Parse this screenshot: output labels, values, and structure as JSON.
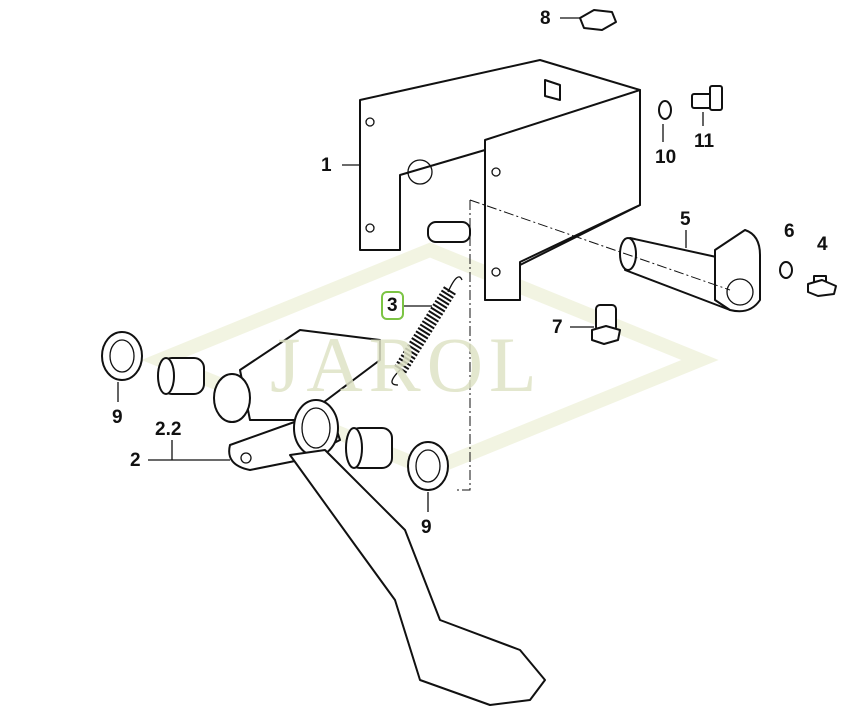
{
  "diagram": {
    "title": "Clutch pedal assembly exploded view",
    "watermark": "JAROL",
    "highlight_color": "#7cc444",
    "callouts": [
      {
        "id": "8",
        "label": "8"
      },
      {
        "id": "10",
        "label": "10"
      },
      {
        "id": "11",
        "label": "11"
      },
      {
        "id": "1",
        "label": "1"
      },
      {
        "id": "5",
        "label": "5"
      },
      {
        "id": "6",
        "label": "6"
      },
      {
        "id": "4",
        "label": "4"
      },
      {
        "id": "3",
        "label": "3",
        "selected": true
      },
      {
        "id": "7",
        "label": "7"
      },
      {
        "id": "9a",
        "label": "9"
      },
      {
        "id": "2.2",
        "label": "2.2"
      },
      {
        "id": "2",
        "label": "2"
      },
      {
        "id": "9b",
        "label": "9"
      }
    ]
  }
}
